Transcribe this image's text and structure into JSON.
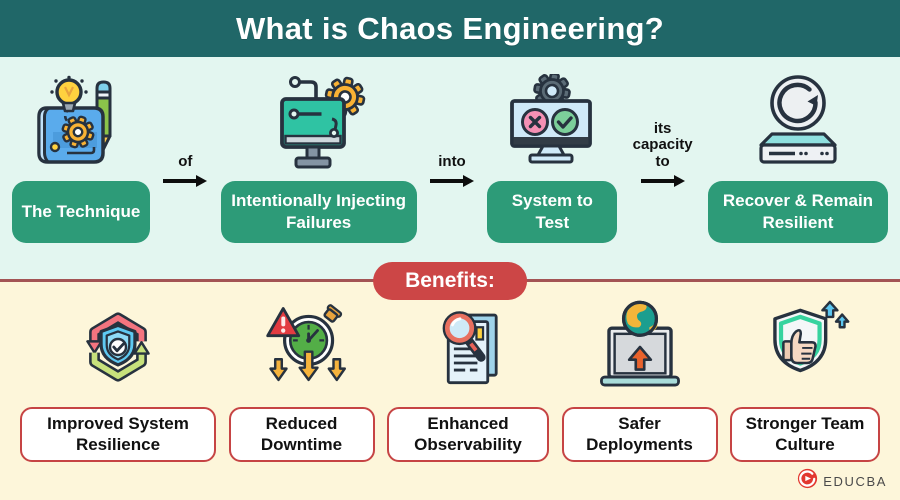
{
  "header": {
    "title": "What is Chaos Engineering?"
  },
  "flow": {
    "steps": [
      {
        "label": "The Technique",
        "icon": "blueprint-idea-icon"
      },
      {
        "label": "Intentionally Injecting Failures",
        "icon": "monitor-circuit-gear-icon"
      },
      {
        "label": "System to Test",
        "icon": "monitor-pass-fail-icon"
      },
      {
        "label": "Recover & Remain Resilient",
        "icon": "server-refresh-icon"
      }
    ],
    "connectors": [
      "of",
      "into",
      "its capacity to"
    ]
  },
  "benefits": {
    "title": "Benefits:",
    "items": [
      {
        "label": "Improved System Resilience",
        "icon": "shield-cycle-icon"
      },
      {
        "label": "Reduced Downtime",
        "icon": "stopwatch-alert-icon"
      },
      {
        "label": "Enhanced Observability",
        "icon": "document-magnifier-icon"
      },
      {
        "label": "Safer Deployments",
        "icon": "laptop-globe-upload-icon"
      },
      {
        "label": "Stronger Team Culture",
        "icon": "shield-thumbs-up-icon"
      }
    ]
  },
  "footer": {
    "brand": "EDUCBA"
  },
  "colors": {
    "header_teal": "#206768",
    "flow_background": "#e3f6f0",
    "benefits_background": "#fdf6da",
    "button_green": "#2d9b78",
    "accent_red": "#cc4646",
    "divider_red": "#a35454",
    "benefit_border_red": "#c64444",
    "arrow_black": "#0d0d0d"
  }
}
